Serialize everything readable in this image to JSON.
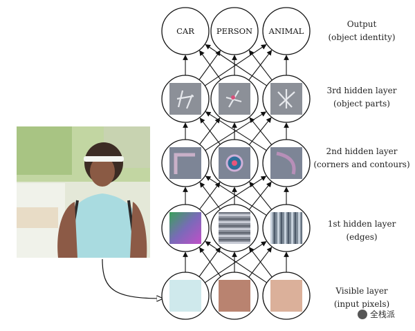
{
  "output_nodes": [
    "CAR",
    "PERSON",
    "ANIMAL"
  ],
  "layers": [
    {
      "title": "Output",
      "subtitle": "(object identity)"
    },
    {
      "title": "3rd hidden layer",
      "subtitle": "(object parts)"
    },
    {
      "title": "2nd hidden layer",
      "subtitle": "(corners and contours)"
    },
    {
      "title": "1st hidden layer",
      "subtitle": "(edges)"
    },
    {
      "title": "Visible layer",
      "subtitle": "(input pixels)"
    }
  ],
  "pixel_colors": [
    "#cfe9ec",
    "#b98370",
    "#dbb09a"
  ],
  "watermark_text": "全栈派",
  "colors": {
    "stroke": "#111111",
    "node_fill": "#ffffff"
  }
}
